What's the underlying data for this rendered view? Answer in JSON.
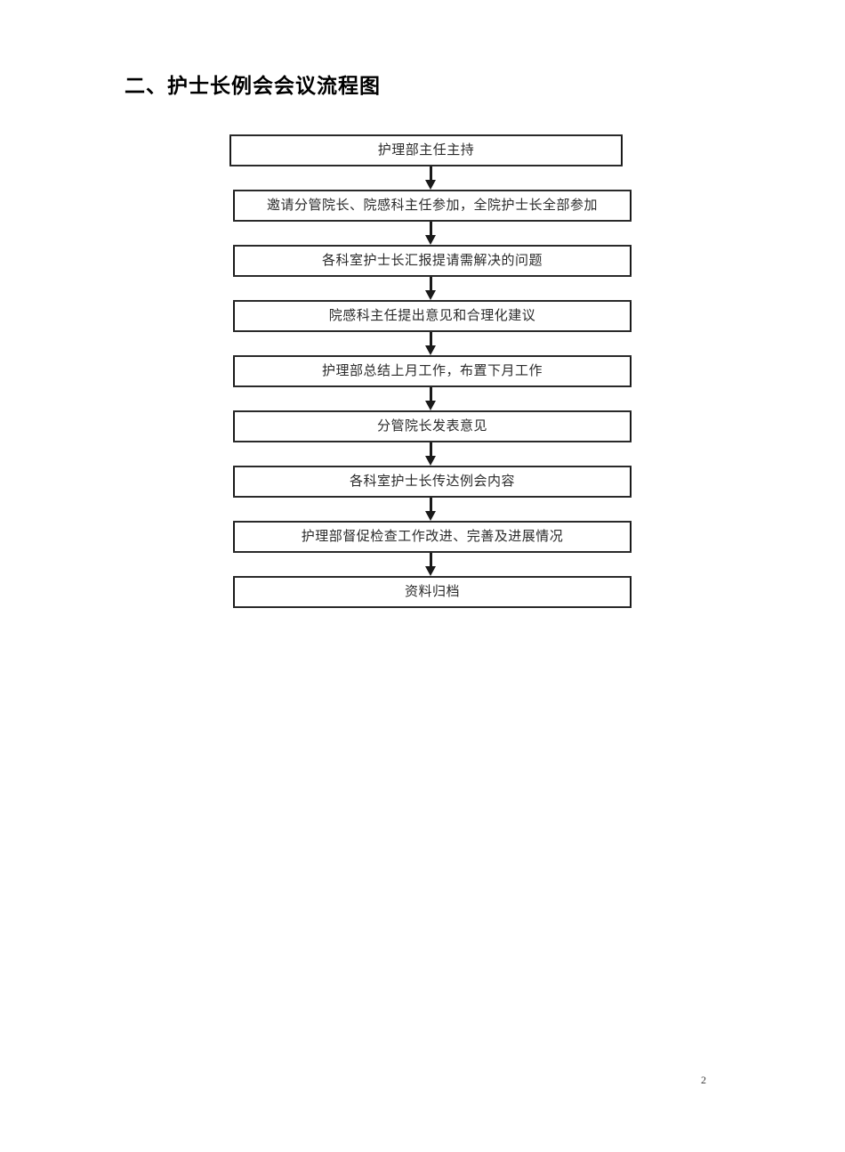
{
  "document": {
    "title": "二、护士长例会会议流程图",
    "page_number": "2",
    "background_color": "#ffffff",
    "text_color": "#2b2b2b",
    "border_color": "#1a1a1a"
  },
  "flowchart": {
    "type": "flowchart",
    "orientation": "vertical",
    "connector": "down-arrow",
    "steps": [
      {
        "label": "护理部主任主持"
      },
      {
        "label": "邀请分管院长、院感科主任参加，全院护士长全部参加"
      },
      {
        "label": "各科室护士长汇报提请需解决的问题"
      },
      {
        "label": "院感科主任提出意见和合理化建议"
      },
      {
        "label": "护理部总结上月工作，布置下月工作"
      },
      {
        "label": "分管院长发表意见"
      },
      {
        "label": "各科室护士长传达例会内容"
      },
      {
        "label": "护理部督促检查工作改进、完善及进展情况"
      },
      {
        "label": "资料归档"
      }
    ]
  }
}
